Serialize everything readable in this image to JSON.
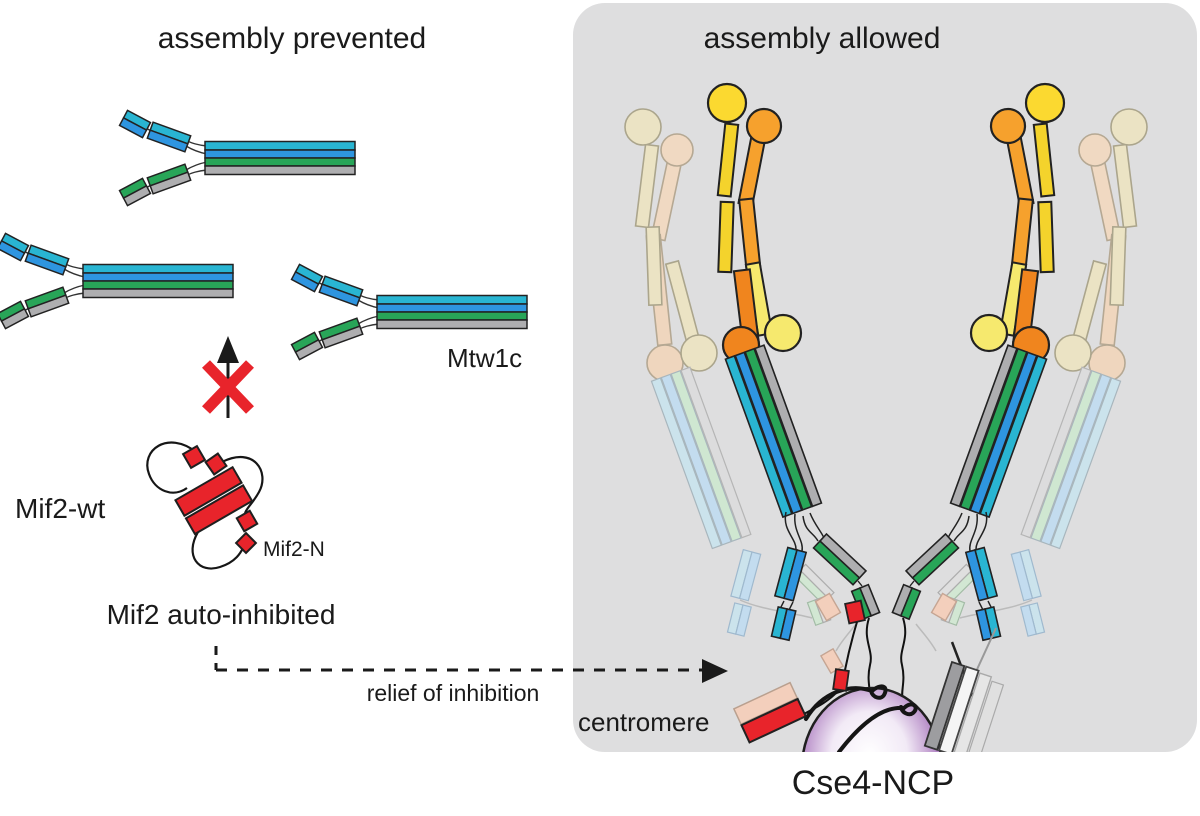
{
  "figure": {
    "left_panel": {
      "title": "assembly prevented",
      "mtw1c_label": "Mtw1c",
      "mif2_wt_label": "Mif2-wt",
      "mif2_n_label": "Mif2-N",
      "auto_inhibited_label": "Mif2 auto-inhibited",
      "relief_label": "relief of inhibition"
    },
    "right_panel": {
      "title": "assembly allowed",
      "centromere_label": "centromere",
      "cse4_label": "Cse4-NCP"
    },
    "colors": {
      "panel_background": "#dededf",
      "mtw1c_cyan": "#29b5d2",
      "mtw1c_blue": "#2e95e0",
      "mtw1c_green": "#28a558",
      "mtw1c_gray": "#aeaeb0",
      "mif2_red": "#e8242b",
      "mif2_faded_pink": "#f3cfbc",
      "ndc80_yellow": "#fbd930",
      "ndc80_orange": "#f6a12d",
      "ndc80_dark_orange": "#f0851e",
      "ndc80_pale_yellow": "#f6e96e",
      "faded_beige": "#ebe3c4",
      "faded_tan": "#f0d9c2",
      "nucleosome_purple": "#8c56a5",
      "blocked_x_red": "#e8242b"
    }
  }
}
